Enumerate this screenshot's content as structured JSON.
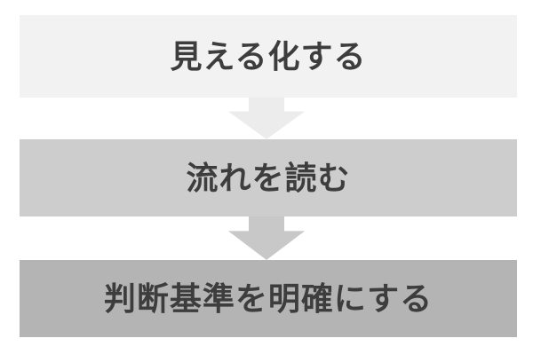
{
  "diagram": {
    "background_color": "#ffffff",
    "text_color": "#3d3d3d",
    "steps": [
      {
        "label": "見える化する",
        "bg_color": "#f2f2f2",
        "arrow_below_color": "#ececec"
      },
      {
        "label": "流れを読む",
        "bg_color": "#cdcdcd",
        "arrow_below_color": "#c8c8c8"
      },
      {
        "label": "判断基準を明確にする",
        "bg_color": "#b4b4b4",
        "arrow_below_color": ""
      }
    ]
  }
}
